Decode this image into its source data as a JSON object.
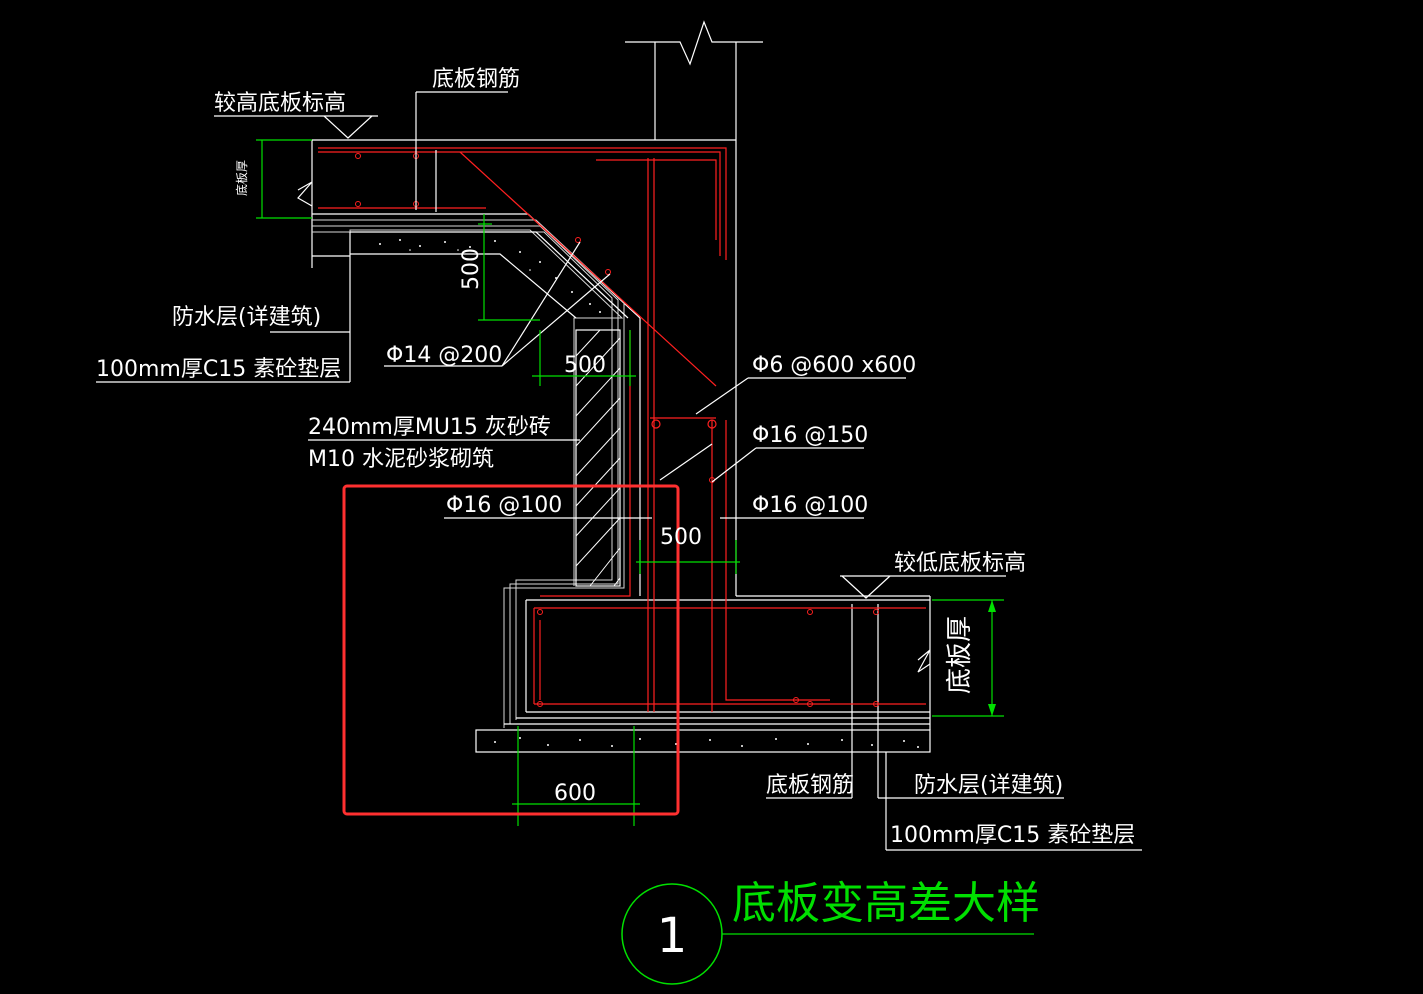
{
  "labels": {
    "upper_elev": "较高底板标高",
    "slab_rebar_top": "底板钢筋",
    "slab_thick_small": "底板厚",
    "waterproof_left": "防水层(详建筑)",
    "cushion_left": "100mm厚C15 素砼垫层",
    "rebar_phi14": "Φ14 @200",
    "brick_line1": "240mm厚MU15 灰砂砖",
    "brick_line2": "M10 水泥砂浆砌筑",
    "rebar_phi6": "Φ6 @600 x600",
    "rebar_phi16_150": "Φ16 @150",
    "rebar_phi16_100_left": "Φ16 @100",
    "rebar_phi16_100_right": "Φ16 @100",
    "lower_elev": "较低底板标高",
    "slab_thick_large": "底板厚",
    "slab_rebar_bottom": "底板钢筋",
    "waterproof_right": "防水层(详建筑)",
    "cushion_right": "100mm厚C15 素砼垫层"
  },
  "dimensions": {
    "d500_vertical": "500",
    "d500_upper": "500",
    "d500_lower": "500",
    "d600": "600"
  },
  "detail": {
    "number": "1",
    "title": "底板变高差大样"
  },
  "colors": {
    "background": "#000000",
    "drawing_line": "#ffffff",
    "rebar": "#ff2020",
    "dimension": "#00e000",
    "highlight_box": "#ff3030"
  }
}
